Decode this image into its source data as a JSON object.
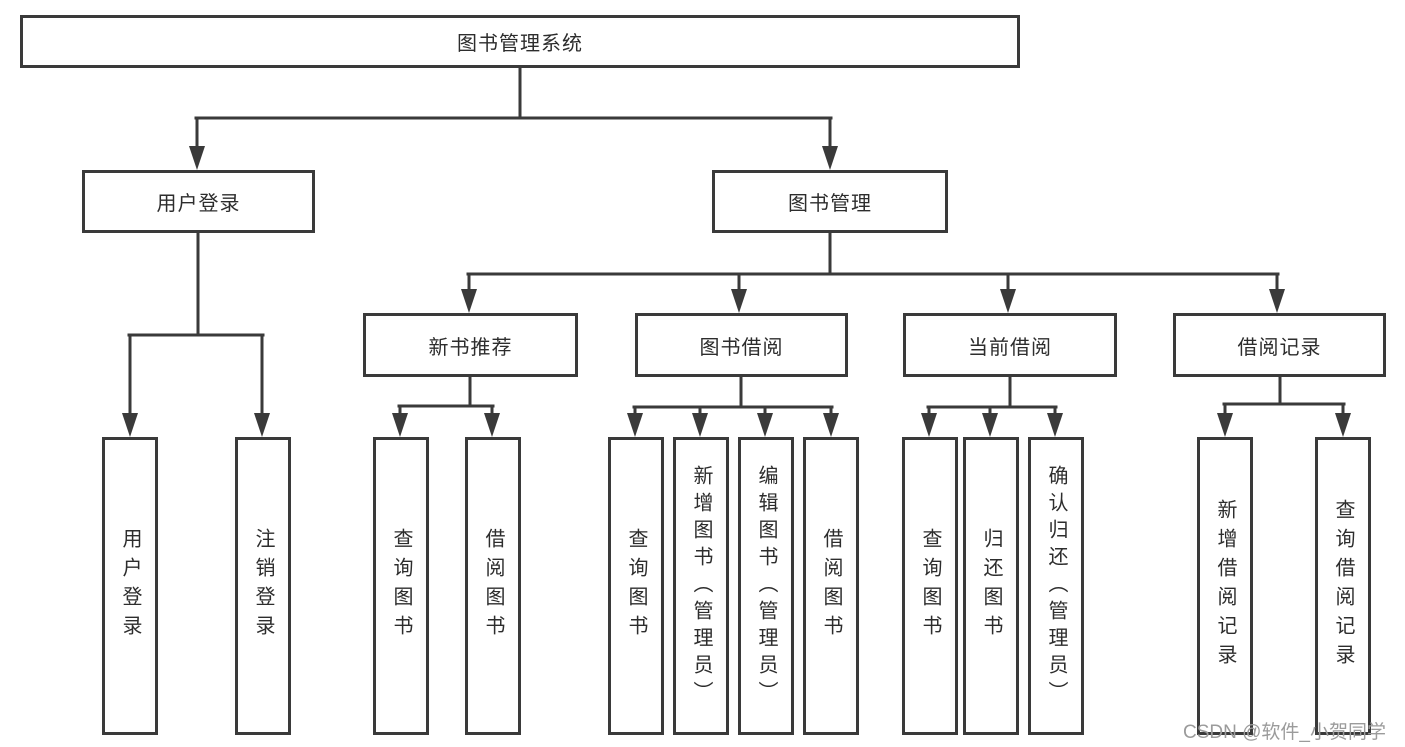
{
  "diagram": {
    "title": "图书管理系统",
    "nodes": {
      "root": "图书管理系统",
      "user_login": "用户登录",
      "book_mgmt": "图书管理",
      "new_books": "新书推荐",
      "book_borrow": "图书借阅",
      "current_borrow": "当前借阅",
      "borrow_records": "借阅记录",
      "user_login_children": [
        "用户登录",
        "注销登录"
      ],
      "new_books_children": [
        "查询图书",
        "借阅图书"
      ],
      "book_borrow_children": [
        "查询图书",
        "新增图书（管理员）",
        "编辑图书（管理员）",
        "借阅图书"
      ],
      "current_borrow_children": [
        "查询图书",
        "归还图书",
        "确认归还（管理员）"
      ],
      "borrow_records_children": [
        "新增借阅记录",
        "查询借阅记录"
      ]
    }
  },
  "watermark": "CSDN @软件_小贺同学",
  "colors": {
    "line": "#3a3a3a",
    "text": "#2d2d2d",
    "box_background": "#ffffff",
    "watermark": "#9b9b9b"
  }
}
